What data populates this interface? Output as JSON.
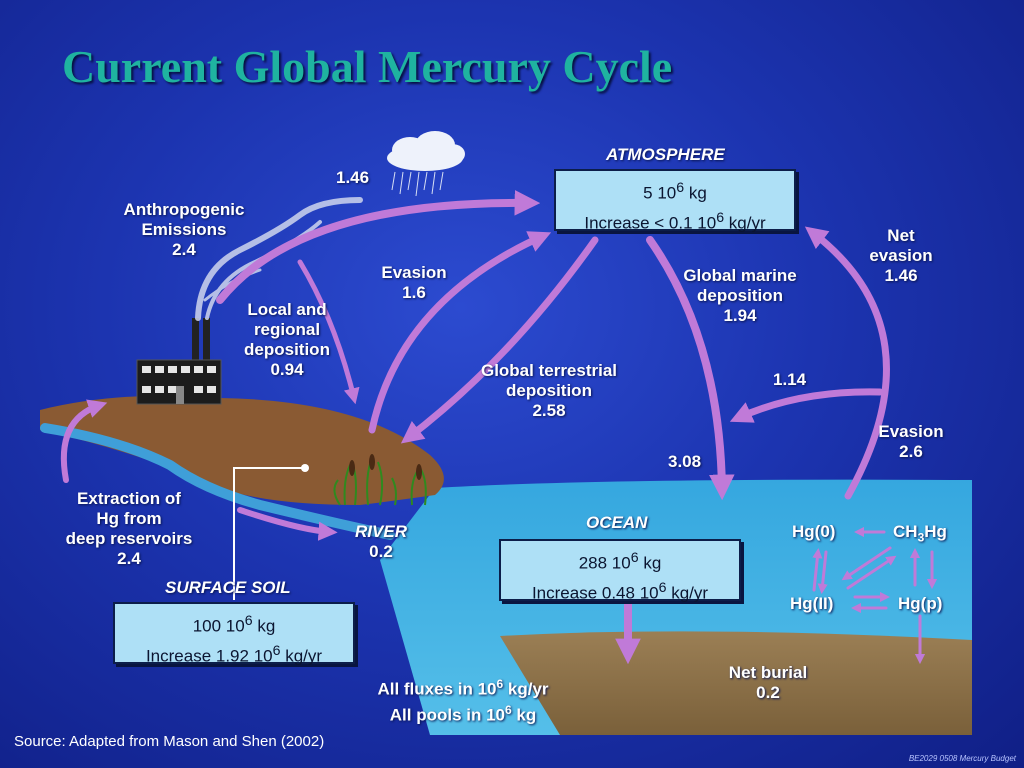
{
  "title": "Current Global Mercury Cycle",
  "atmosphere": {
    "label": "ATMOSPHERE",
    "pool_value": "5 10",
    "pool_exp": "6",
    "pool_unit": " kg",
    "increase_prefix": "Increase < 0.1 10",
    "increase_exp": "6",
    "increase_unit": " kg/yr"
  },
  "ocean": {
    "label": "OCEAN",
    "pool_value": "288 10",
    "pool_exp": "6",
    "pool_unit": " kg",
    "increase_prefix": "Increase 0.48 10",
    "increase_exp": "6",
    "increase_unit": " kg/yr"
  },
  "soil": {
    "label": "SURFACE SOIL",
    "pool_value": "100 10",
    "pool_exp": "6",
    "pool_unit": " kg",
    "increase_prefix": "Increase 1.92 10",
    "increase_exp": "6",
    "increase_unit": " kg/yr"
  },
  "fluxes": {
    "top_emission": "1.46",
    "anthropogenic": [
      "Anthropogenic",
      "Emissions",
      "2.4"
    ],
    "local": [
      "Local and",
      "regional",
      "deposition",
      "0.94"
    ],
    "evasion_land": [
      "Evasion",
      "1.6"
    ],
    "terrestrial": [
      "Global terrestrial",
      "deposition",
      "2.58"
    ],
    "marine": [
      "Global marine",
      "deposition",
      "1.94"
    ],
    "net_evasion": [
      "Net",
      "evasion",
      "1.46"
    ],
    "recycle": "1.14",
    "ocean_input": "3.08",
    "evasion_ocean": [
      "Evasion",
      "2.6"
    ],
    "extraction": [
      "Extraction of",
      "Hg from",
      "deep reservoirs",
      "2.4"
    ],
    "river": [
      "RIVER",
      "0.2"
    ],
    "burial": [
      "Net burial",
      "0.2"
    ]
  },
  "species": {
    "hg0": "Hg(0)",
    "ch3hg_a": "CH",
    "ch3hg_sub": "3",
    "ch3hg_b": "Hg",
    "hg2": "Hg(II)",
    "hgp": "Hg(p)"
  },
  "units_note": {
    "flux_a": "All fluxes in 10",
    "flux_exp": "6",
    "flux_b": " kg/yr",
    "pool_a": "All pools in 10",
    "pool_exp": "6",
    "pool_b": " kg"
  },
  "source": "Source:  Adapted from Mason and Shen (2002)",
  "footer": "BE2029 0508 Mercury Budget"
}
